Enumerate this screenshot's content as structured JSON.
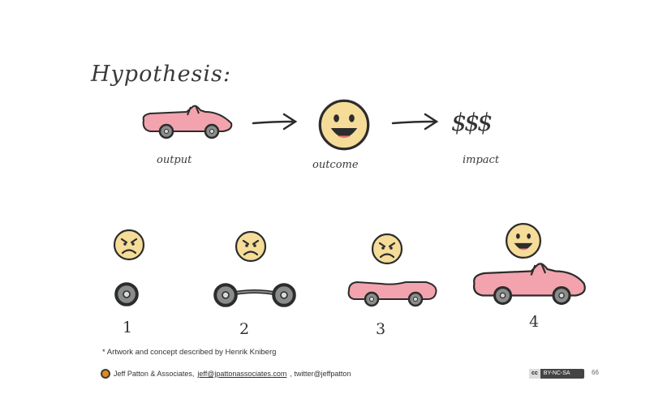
{
  "slide": {
    "title": "Hypothesis:",
    "labels": {
      "output": "output",
      "outcome": "outcome",
      "impact": "impact"
    },
    "impact_symbol": "$$$",
    "steps": [
      "1",
      "2",
      "3",
      "4"
    ],
    "credit": "* Artwork and concept described by Henrik Kniberg",
    "footer": {
      "company": "Jeff Patton & Associates,",
      "email": "jeff@jpattonassociates.com",
      "twitter": ", twitter@jeffpatton"
    },
    "license": {
      "cc": "cc",
      "text": "BY-NC-SA"
    },
    "page_number": "66"
  },
  "colors": {
    "car_pink": "#f3a3ad",
    "face_yellow": "#f5dc98",
    "wheel_gray": "#8a8c8c",
    "outline": "#2c2c2c"
  },
  "icons": [
    "car-icon",
    "happy-face-icon",
    "angry-face-icon",
    "wheel-icon",
    "arrow-icon",
    "logo-icon"
  ]
}
